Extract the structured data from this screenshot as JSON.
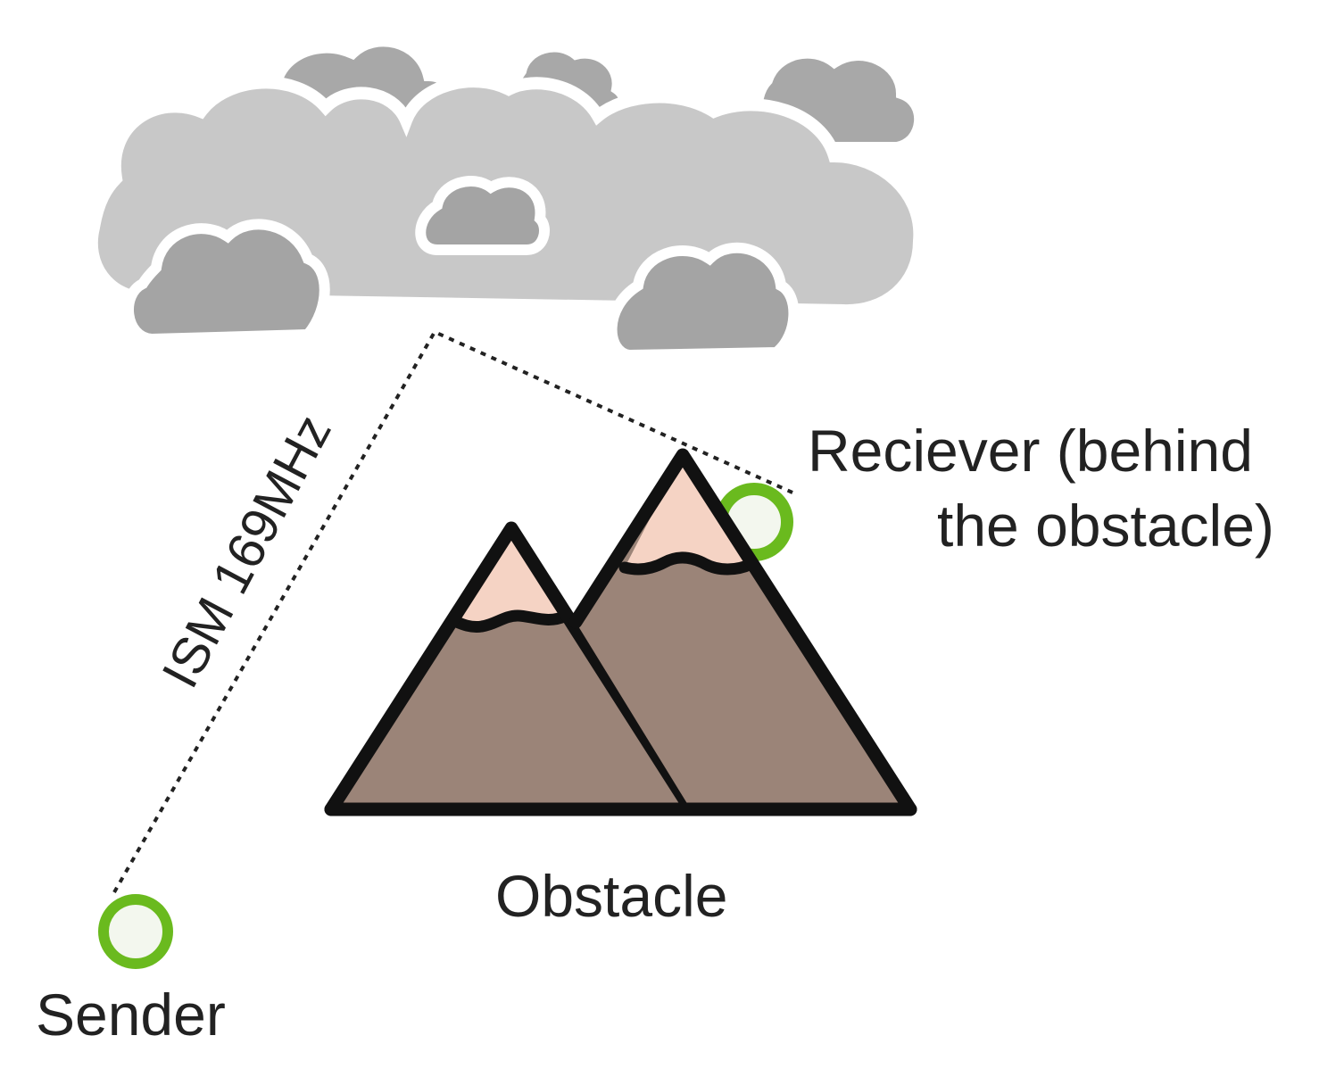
{
  "labels": {
    "link": "ISM 169MHz",
    "receiver_line1": "Reciever (behind",
    "receiver_line2": "the obstacle)",
    "obstacle": "Obstacle",
    "sender": "Sender"
  },
  "colors": {
    "cloud_light": "#c8c8c8",
    "cloud_dark": "#a4a4a4",
    "mountain_body": "#9b8478",
    "mountain_snow": "#f5d3c4",
    "outline": "#111111",
    "node_ring": "#6aba1e",
    "node_fill": "#f3f7ee",
    "signal_path": "#222222"
  },
  "icons": {
    "clouds": "cloud-icon",
    "mountains": "mountain-icon",
    "sender": "node-ring-icon",
    "receiver": "node-ring-icon"
  }
}
